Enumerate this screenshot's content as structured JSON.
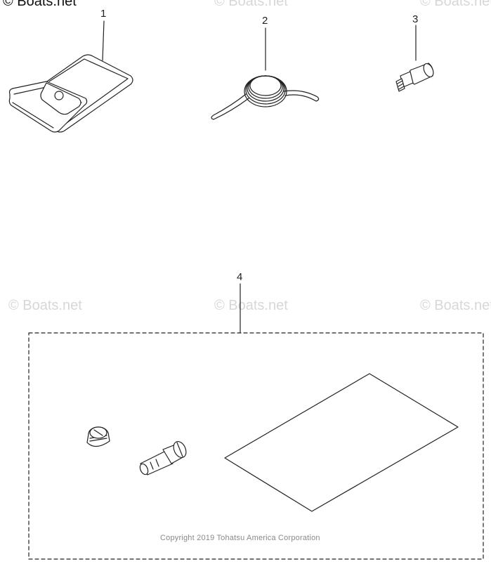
{
  "watermark": {
    "main_text": "© Boats.net",
    "tiles": [
      "© Boats.net",
      "© Boats.net",
      "© Boats.net",
      "© Boats.net",
      "© Boats.net"
    ]
  },
  "callouts": [
    "1",
    "2",
    "3",
    "4"
  ],
  "copyright": "Copyright 2019 Tohatsu America Corporation",
  "colors": {
    "line": "#222222",
    "watermark": "#d7d7d7",
    "copyright": "#8a8a8a"
  },
  "parts": [
    {
      "callout": "1",
      "icon": "tool-pouch-icon"
    },
    {
      "callout": "2",
      "icon": "coiled-wire-icon"
    },
    {
      "callout": "3",
      "icon": "threaded-fitting-icon"
    },
    {
      "callout": "4",
      "icon": "jet-kit-icon"
    }
  ]
}
